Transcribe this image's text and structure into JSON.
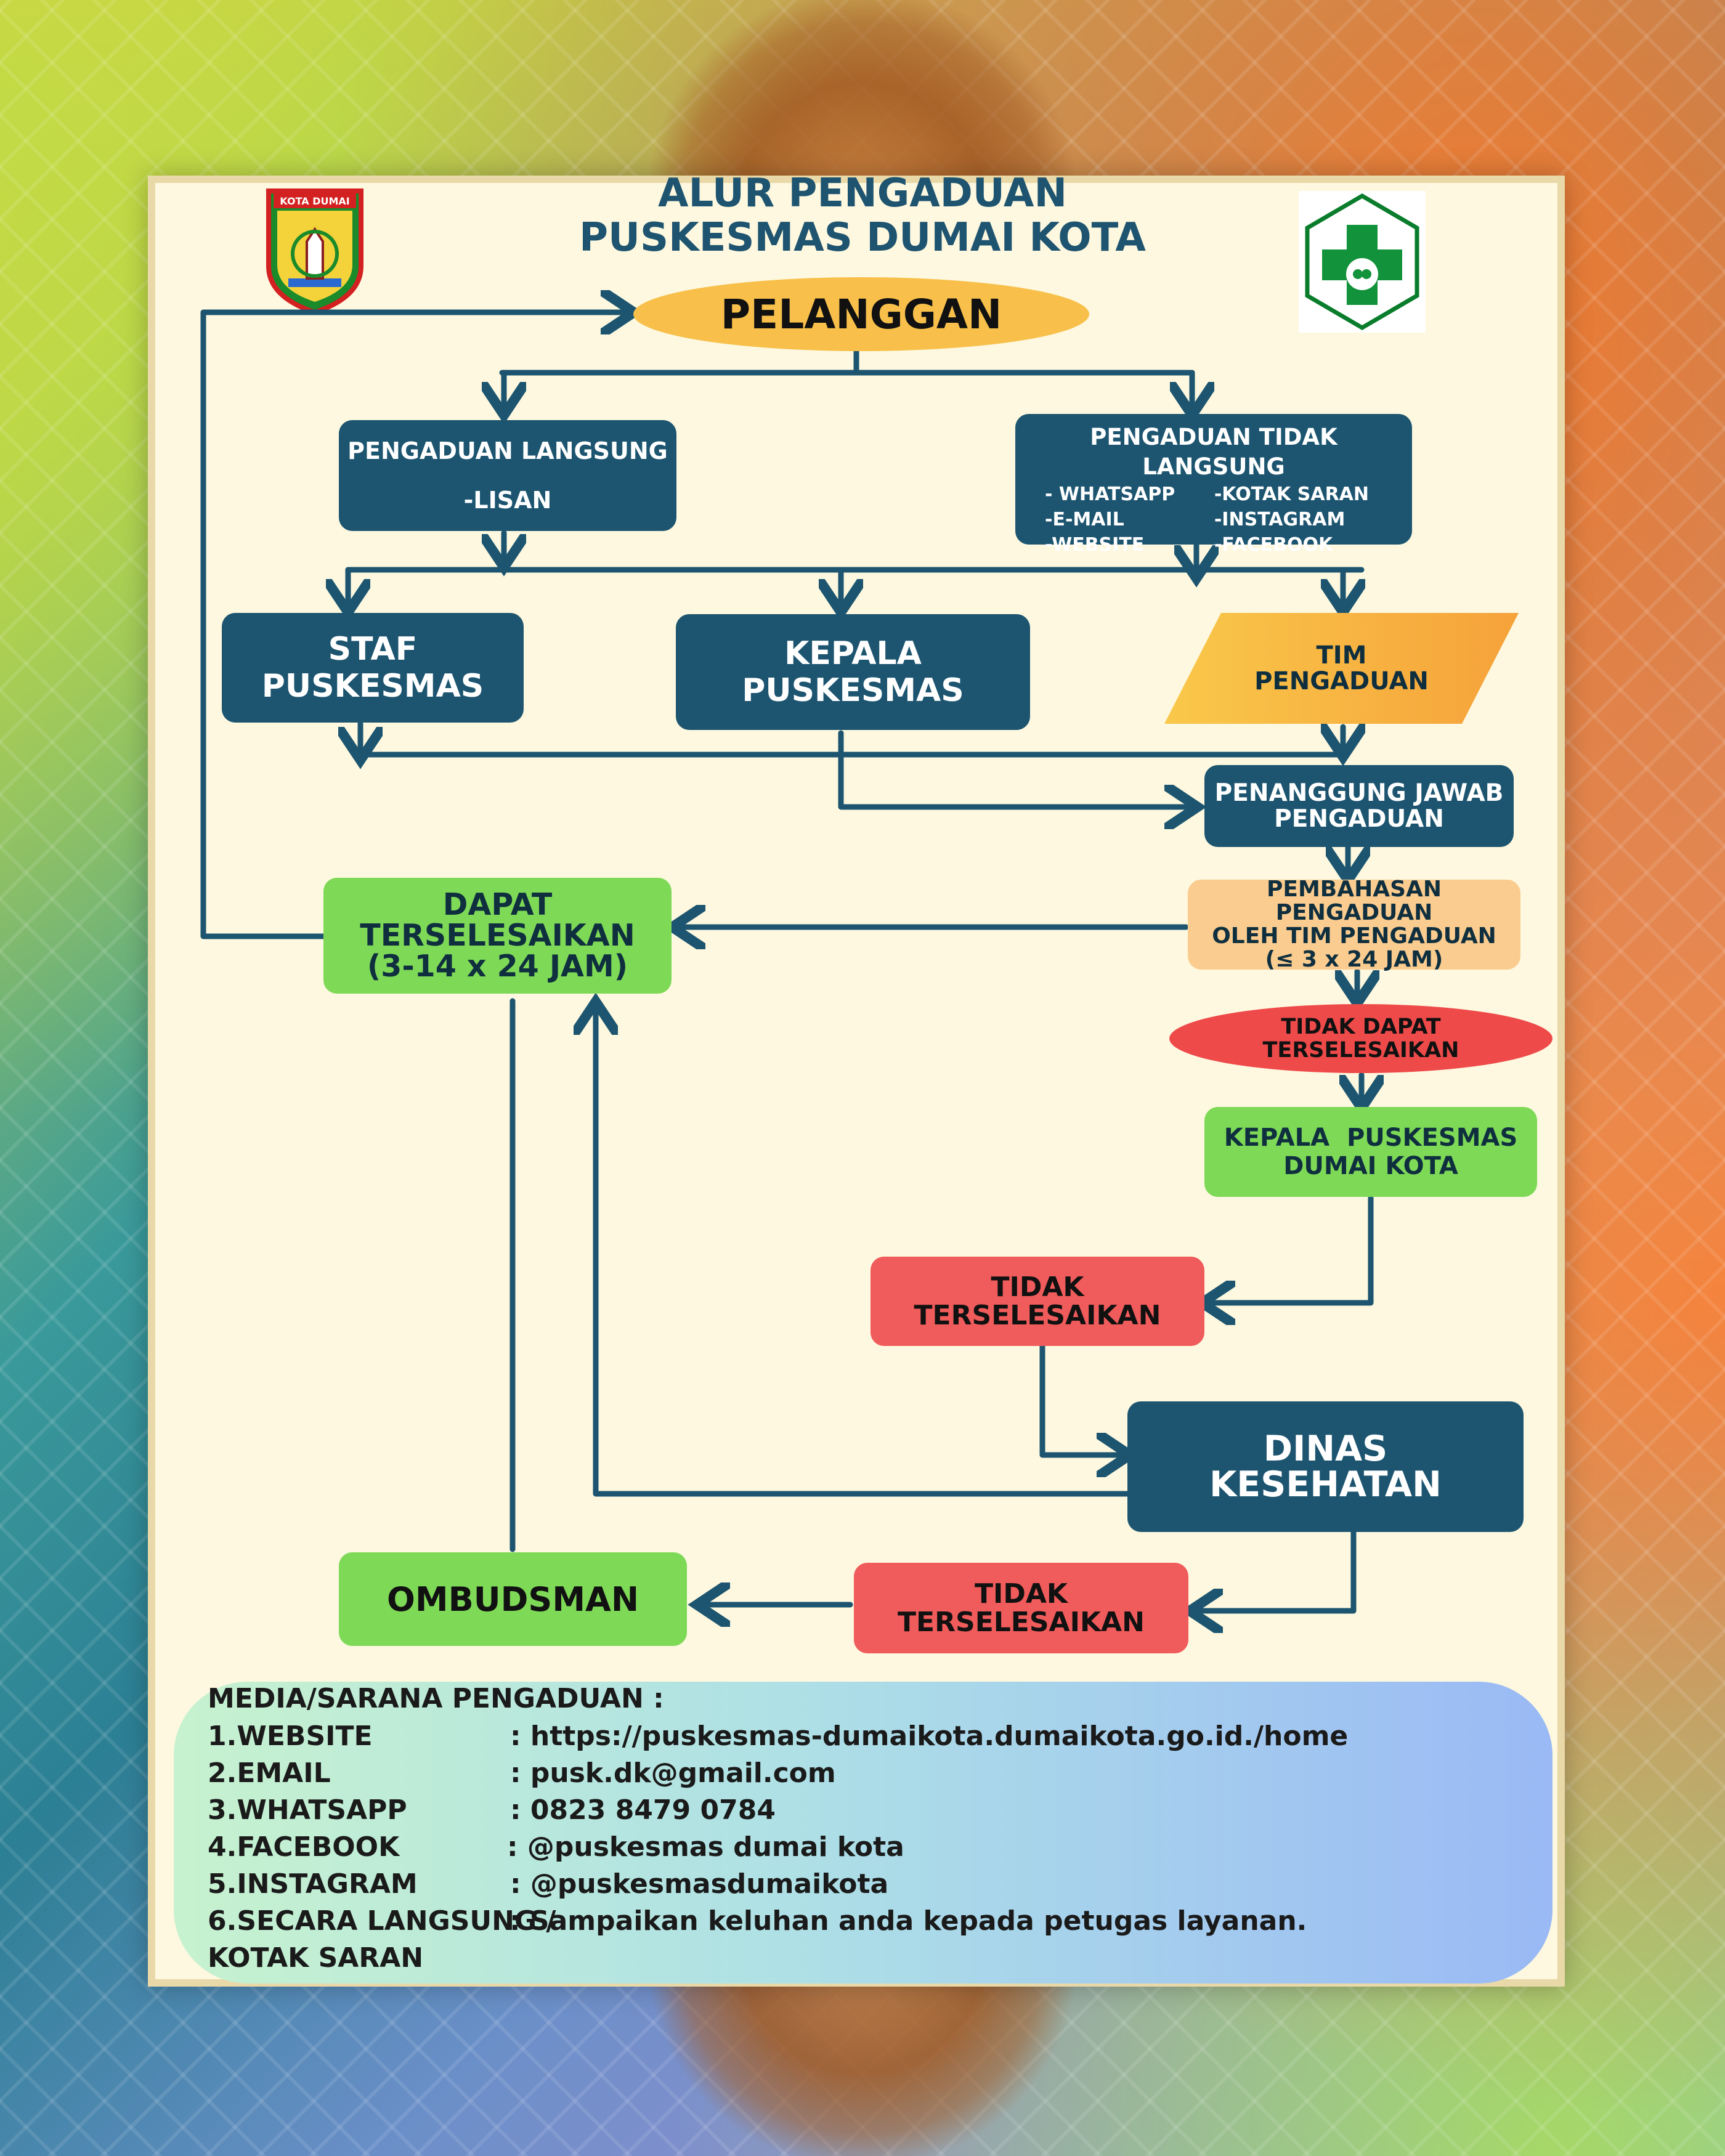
{
  "title": {
    "line1": "ALUR PENGADUAN",
    "line2": "PUSKESMAS DUMAI KOTA"
  },
  "logos": {
    "left": {
      "icon": "kota-dumai-emblem",
      "text": "KOTA DUMAI"
    },
    "right": {
      "icon": "puskesmas-cross-logo"
    }
  },
  "nodes": {
    "pelanggan": "PELANGGAN",
    "langsung": {
      "title": "PENGADUAN LANGSUNG",
      "item": "-LISAN"
    },
    "tidak_langsung": {
      "title": "PENGADUAN TIDAK LANGSUNG",
      "col1": [
        "- WHATSAPP",
        "-E-MAIL",
        "-WEBSITE"
      ],
      "col2": [
        "-KOTAK SARAN",
        "-INSTAGRAM",
        "-FACEBOOK"
      ]
    },
    "staf": "STAF PUSKESMAS",
    "kepala": "KEPALA PUSKESMAS",
    "tim": {
      "line1": "TIM",
      "line2": "PENGADUAN"
    },
    "penanggung": {
      "line1": "PENANGGUNG JAWAB",
      "line2": "PENGADUAN"
    },
    "pembahasan": {
      "line1": "PEMBAHASAN PENGADUAN",
      "line2": "OLEH TIM PENGADUAN",
      "line3": "(≤ 3 x 24 JAM)"
    },
    "dapat": {
      "line1": "DAPAT",
      "line2": "TERSELESAIKAN",
      "line3": "(3-14 x 24 JAM)"
    },
    "tidak_dapat": {
      "line1": "TIDAK DAPAT",
      "line2": "TERSELESAIKAN"
    },
    "kepala_dk": {
      "line1": "KEPALA  PUSKESMAS",
      "line2": "DUMAI KOTA"
    },
    "tidak1": {
      "line1": "TIDAK",
      "line2": "TERSELESAIKAN"
    },
    "dinas": {
      "line1": "DINAS",
      "line2": "KESEHATAN"
    },
    "tidak2": {
      "line1": "TIDAK",
      "line2": "TERSELESAIKAN"
    },
    "ombudsman": "OMBUDSMAN"
  },
  "media": {
    "heading": "MEDIA/SARANA PENGADUAN :",
    "rows": [
      {
        "label": "1.WEBSITE",
        "value": ": https://puskesmas-dumaikota.dumaikota.go.id./home"
      },
      {
        "label": "2.EMAIL",
        "value": ": pusk.dk@gmail.com"
      },
      {
        "label": "3.WHATSAPP",
        "value": ": 0823 8479 0784"
      },
      {
        "label": "4.FACEBOOK",
        "value": ": @puskesmas dumai kota"
      },
      {
        "label": "5.INSTAGRAM",
        "value": ": @puskesmasdumaikota"
      },
      {
        "label": "6.SECARA LANGSUNG /",
        "value": ": Sampaikan keluhan anda kepada petugas layanan."
      }
    ],
    "last_line": "KOTAK SARAN"
  },
  "colors": {
    "dark_box": "#1d5570",
    "green_box": "#7ed957",
    "red_box": "#f05b5b",
    "oval_orange": "#f8c04a",
    "oval_red": "#ef4a4a",
    "arrow": "#1d5570"
  }
}
